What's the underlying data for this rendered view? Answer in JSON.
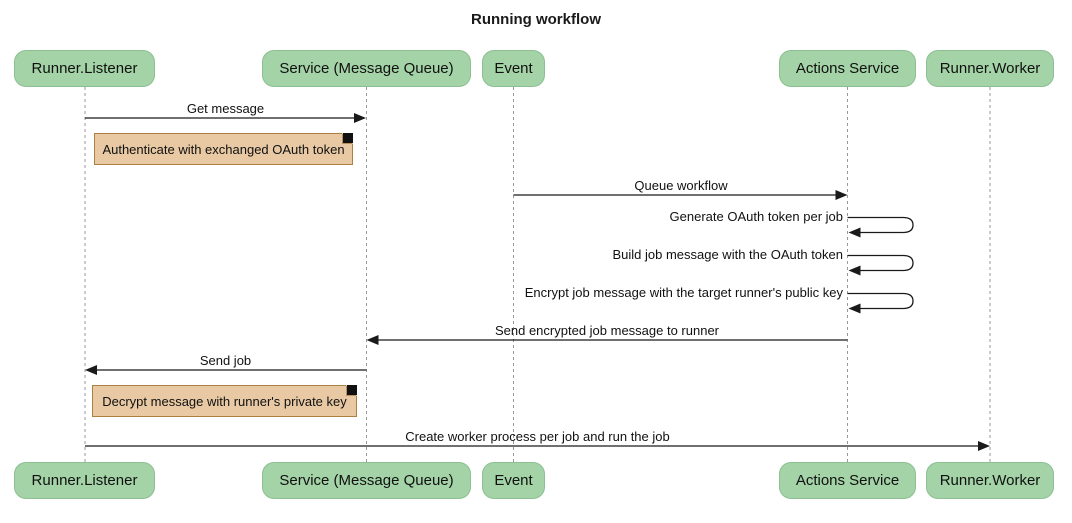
{
  "title": "Running workflow",
  "participants": [
    "Runner.Listener",
    "Service (Message Queue)",
    "Event",
    "Actions Service",
    "Runner.Worker"
  ],
  "messages": {
    "get_message": "Get message",
    "queue_workflow": "Queue workflow",
    "generate_token": "Generate OAuth token per job",
    "build_job": "Build job message with the OAuth token",
    "encrypt_job": "Encrypt job message with the target runner's public key",
    "send_encrypted": "Send encrypted job message to runner",
    "send_job": "Send job",
    "create_worker": "Create worker process per job and run the job"
  },
  "notes": {
    "authenticate": "Authenticate with exchanged OAuth token",
    "decrypt": "Decrypt message with runner's private key"
  },
  "colors": {
    "actor_fill": "#a3d3a6",
    "actor_border": "#8cbf92",
    "note_fill": "#e8c9a3",
    "note_border": "#aa8142",
    "lifeline": "#999999",
    "arrow": "#1a1a1a",
    "background": "#ffffff"
  }
}
